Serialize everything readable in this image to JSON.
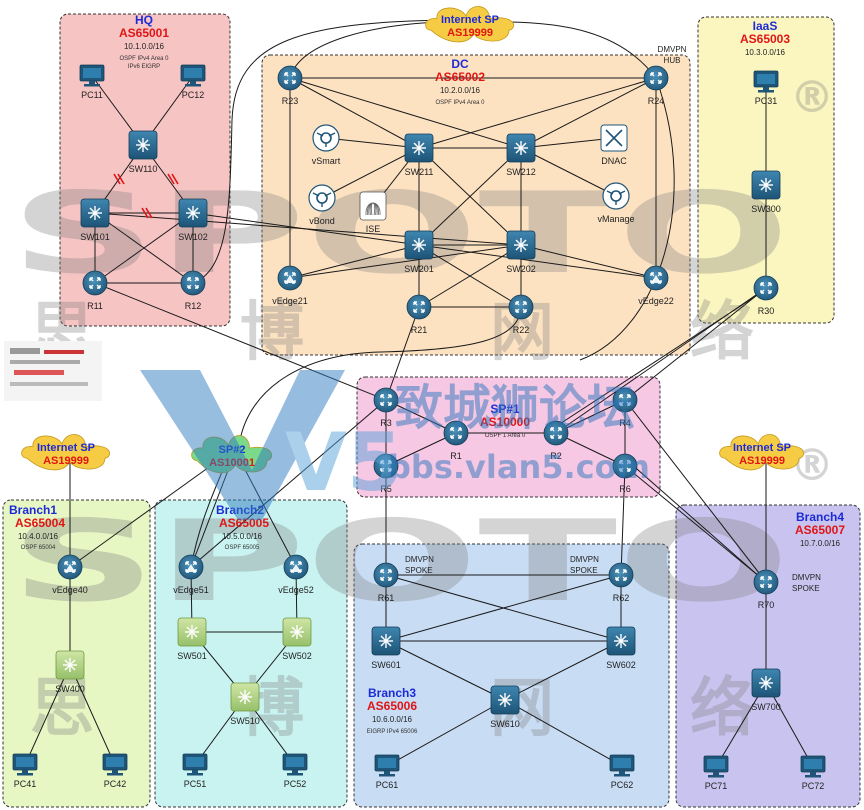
{
  "watermark": {
    "brand": "SPOTO",
    "registered": "®",
    "chinese": [
      "思",
      "博",
      "网",
      "络"
    ],
    "forum": "致城狮论坛",
    "url": "bbs.vlan5.com",
    "logo": "V5"
  },
  "zones": {
    "hq": {
      "name": "HQ",
      "as": "AS65001",
      "net": "10.1.0.0/16",
      "notes": [
        "OSPF IPv4 Area 0",
        "IPv6 EIGRP"
      ]
    },
    "dc": {
      "name": "DC",
      "as": "AS65002",
      "net": "10.2.0.0/16",
      "notes": [
        "OSPF IPv4 Area 0"
      ],
      "hub_label": [
        "DMVPN",
        "HUB"
      ]
    },
    "iaas": {
      "name": "IaaS",
      "as": "AS65003",
      "net": "10.3.0.0/16"
    },
    "sp1": {
      "name": "SP#1",
      "as": "AS10000",
      "notes": [
        "OSPF 1 Area 0"
      ]
    },
    "branch1": {
      "name": "Branch1",
      "as": "AS65004",
      "net": "10.4.0.0/16",
      "notes": [
        "OSPF 65004"
      ]
    },
    "branch2": {
      "name": "Branch2",
      "as": "AS65005",
      "net": "10.5.0.0/16",
      "notes": [
        "OSPF 65005"
      ]
    },
    "branch3": {
      "name": "Branch3",
      "as": "AS65006",
      "net": "10.6.0.0/16",
      "notes": [
        "EIGRP IPv4 65006"
      ]
    },
    "branch4": {
      "name": "Branch4",
      "as": "AS65007",
      "net": "10.7.0.0/16"
    }
  },
  "clouds": {
    "inet_top": {
      "name": "Internet SP",
      "as": "AS19999"
    },
    "inet_left": {
      "name": "Internet SP",
      "as": "AS19999"
    },
    "inet_right": {
      "name": "Internet SP",
      "as": "AS19999"
    },
    "sp2": {
      "name": "SP#2",
      "as": "AS10001"
    }
  },
  "spoke_labels": {
    "r61": [
      "DMVPN",
      "SPOKE"
    ],
    "r62": [
      "DMVPN",
      "SPOKE"
    ],
    "r70": [
      "DMVPN",
      "SPOKE"
    ]
  },
  "nodes": {
    "PC11": "PC11",
    "PC12": "PC12",
    "SW110": "SW110",
    "SW101": "SW101",
    "SW102": "SW102",
    "R11": "R11",
    "R12": "R12",
    "R23": "R23",
    "R24": "R24",
    "vSmart": "vSmart",
    "vBond": "vBond",
    "ISE": "ISE",
    "SW211": "SW211",
    "SW212": "SW212",
    "DNAC": "DNAC",
    "vManage": "vManage",
    "SW201": "SW201",
    "SW202": "SW202",
    "vEdge21": "vEdge21",
    "vEdge22": "vEdge22",
    "R21": "R21",
    "R22": "R22",
    "PC31": "PC31",
    "SW300": "SW300",
    "R30": "R30",
    "R3": "R3",
    "R1": "R1",
    "R2": "R2",
    "R4": "R4",
    "R5": "R5",
    "R6": "R6",
    "vEdge40": "vEdge40",
    "SW400": "SW400",
    "PC41": "PC41",
    "PC42": "PC42",
    "vEdge51": "vEdge51",
    "vEdge52": "vEdge52",
    "SW501": "SW501",
    "SW502": "SW502",
    "SW510": "SW510",
    "PC51": "PC51",
    "PC52": "PC52",
    "R61": "R61",
    "R62": "R62",
    "SW601": "SW601",
    "SW602": "SW602",
    "SW610": "SW610",
    "PC61": "PC61",
    "PC62": "PC62",
    "R70": "R70",
    "SW700": "SW700",
    "PC71": "PC71",
    "PC72": "PC72"
  },
  "colors": {
    "hq": "#f7c4c4",
    "dc": "#fde2c2",
    "iaas": "#fbf6c0",
    "sp1": "#f7c8e4",
    "branch1": "#e6f7c4",
    "branch2": "#c9f3f1",
    "branch3": "#c8dcf4",
    "branch4": "#c9c4ef",
    "cloud": "#f6cc45",
    "sp2cloud": "#7bd98a",
    "router": "#2d6f95",
    "title_blue": "#1d2bd6",
    "title_red": "#e01515"
  }
}
